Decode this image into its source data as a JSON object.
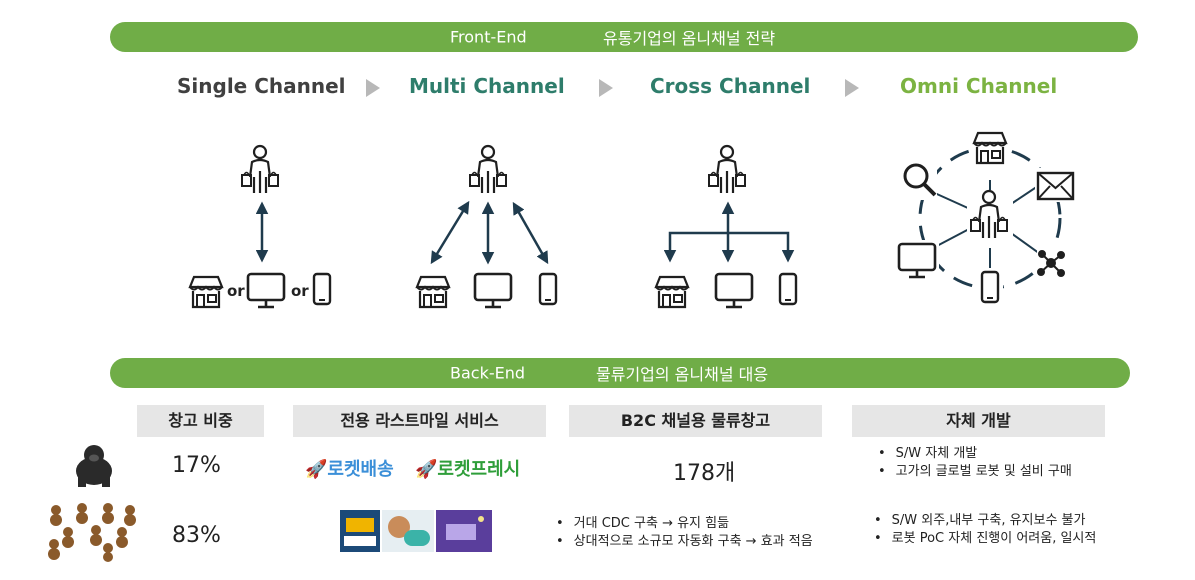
{
  "front": {
    "label": "Front-End",
    "title": "유통기업의 옴니채널 전략"
  },
  "stages": [
    {
      "label": "Single Channel",
      "color": "#404040"
    },
    {
      "label": "Multi Channel",
      "color": "#2e7d6b"
    },
    {
      "label": "Cross Channel",
      "color": "#2e7d6b"
    },
    {
      "label": "Omni Channel",
      "color": "#7cb342"
    }
  ],
  "single": {
    "or1": "or",
    "or2": "or"
  },
  "back": {
    "label": "Back-End",
    "title": "물류기업의 옴니채널 대응"
  },
  "headers": [
    "창고 비중",
    "전용 라스트마일 서비스",
    "B2C 채널용 물류창고",
    "자체 개발"
  ],
  "row1": {
    "share": "17%",
    "rocket1": "로켓배송",
    "rocket2": "로켓프레시",
    "warehouses": "178개",
    "dev": [
      "S/W 자체 개발",
      "고가의 글로벌 로봇 및 설비 구매"
    ]
  },
  "row2": {
    "share": "83%",
    "warehouse": [
      "거대 CDC 구축 → 유지 힘듦",
      "상대적으로 소규모 자동화 구축 → 효과 적음"
    ],
    "dev": [
      "S/W 외주,내부 구축, 유지보수 불가",
      "로봇 PoC 자체 진행이 어려움, 일시적"
    ]
  },
  "colors": {
    "bar": "#70ad47",
    "icon": "#1f1f1f",
    "header_bg": "#e6e6e6"
  },
  "icons": [
    "shopper-icon",
    "store-icon",
    "monitor-icon",
    "phone-icon",
    "search-icon",
    "mail-icon",
    "network-icon",
    "gorilla-icon",
    "monkey-icon"
  ]
}
